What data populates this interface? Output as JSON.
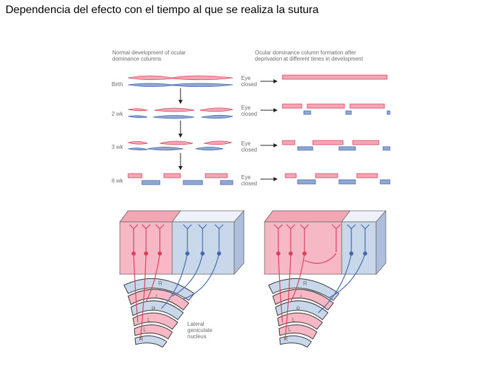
{
  "slide": {
    "title": "Dependencia del efecto con el tiempo al que se realiza la sutura"
  },
  "figure": {
    "left_heading_line1": "Normal development of ocular",
    "left_heading_line2": "dominance columns",
    "right_heading_line1": "Ocular dominance column formation after",
    "right_heading_line2": "deprivation at different times in development",
    "stages": [
      {
        "label": "Birth"
      },
      {
        "label": "2 wk"
      },
      {
        "label": "3 wk"
      },
      {
        "label": "6 wk"
      }
    ],
    "eye_line1": "Eye",
    "eye_line2": "closed",
    "lgn_layers": [
      "R",
      "L",
      "R",
      "L",
      "L",
      "R"
    ],
    "lgn_label_line1": "Lateral",
    "lgn_label_line2": "geniculate",
    "lgn_label_line3": "nucleus",
    "colors": {
      "pink": "#f3a7b4",
      "pink_dark": "#d9405c",
      "blue": "#8fa9d3",
      "blue_dark": "#4468ad",
      "pink_block": "#f7b8c6",
      "blue_block": "#c9d7ea"
    }
  }
}
